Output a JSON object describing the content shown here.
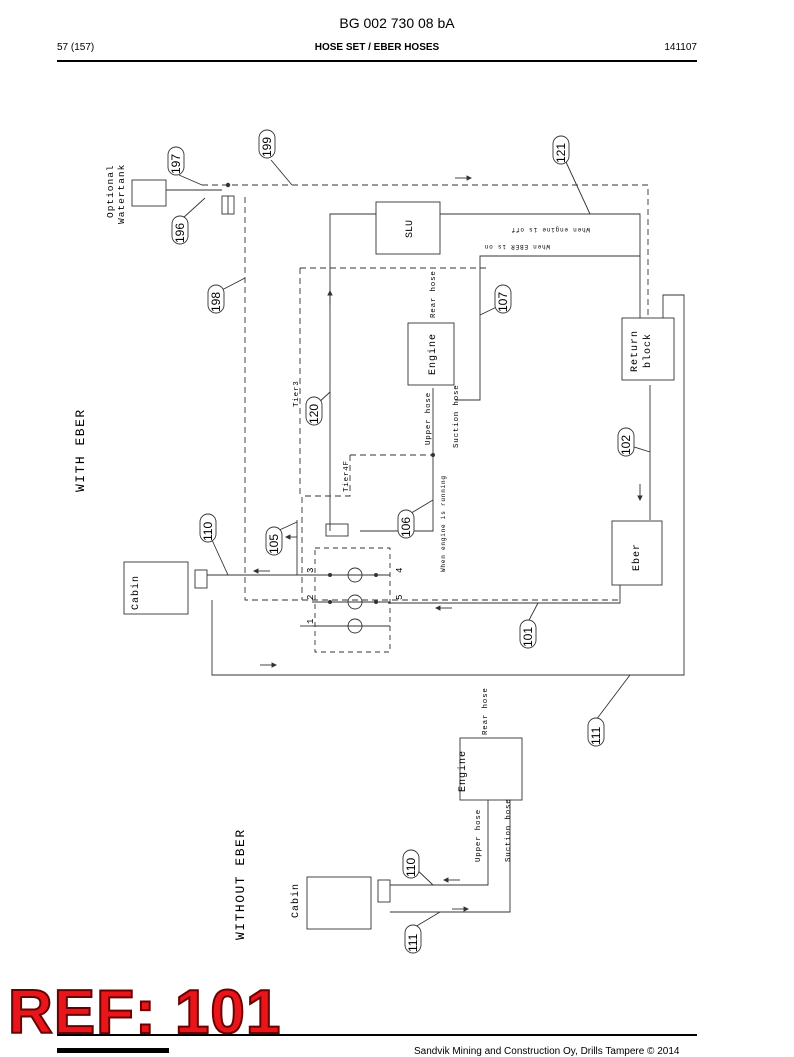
{
  "header": {
    "doc_number": "BG 002 730 08 bA",
    "page": "57 (157)",
    "section_title": "HOSE SET / EBER HOSES",
    "date_code": "141107"
  },
  "footer": {
    "copyright": "Sandvik Mining and Construction Oy, Drills Tampere © 2014",
    "ref_stamp": "REF: 101"
  },
  "diagram": {
    "section_with_eber": "WITH EBER",
    "section_without_eber": "WITHOUT EBER",
    "components": {
      "optional_watertank": "Optional Watertank",
      "slu": "SLU",
      "engine": "Engine",
      "return_block": "Return block",
      "eber": "Eber",
      "cabin": "Cabin",
      "engine_2": "Engine",
      "cabin_2": "Cabin"
    },
    "labels": {
      "rear_hose": "Rear hose",
      "upper_hose": "Upper hose",
      "suction_hose": "Suction hose",
      "tier3": "Tier3",
      "tier4f": "Tier4F",
      "when_engine_running": "When engine is running",
      "when_engine_off": "When engine is off",
      "when_eber_on": "When EBER is on",
      "rear_hose_2": "Rear hose",
      "upper_hose_2": "Upper hose",
      "suction_hose_2": "Suction hose",
      "port_1": "1",
      "port_2": "2",
      "port_3": "3",
      "port_4": "4",
      "port_5": "5"
    },
    "position_numbers": {
      "p199": "199",
      "p197": "197",
      "p196": "196",
      "p121": "121",
      "p198": "198",
      "p107": "107",
      "p120": "120",
      "p102": "102",
      "p110": "110",
      "p105": "105",
      "p106": "106",
      "p101": "101",
      "p111": "111",
      "p110b": "110",
      "p111b": "111"
    }
  }
}
